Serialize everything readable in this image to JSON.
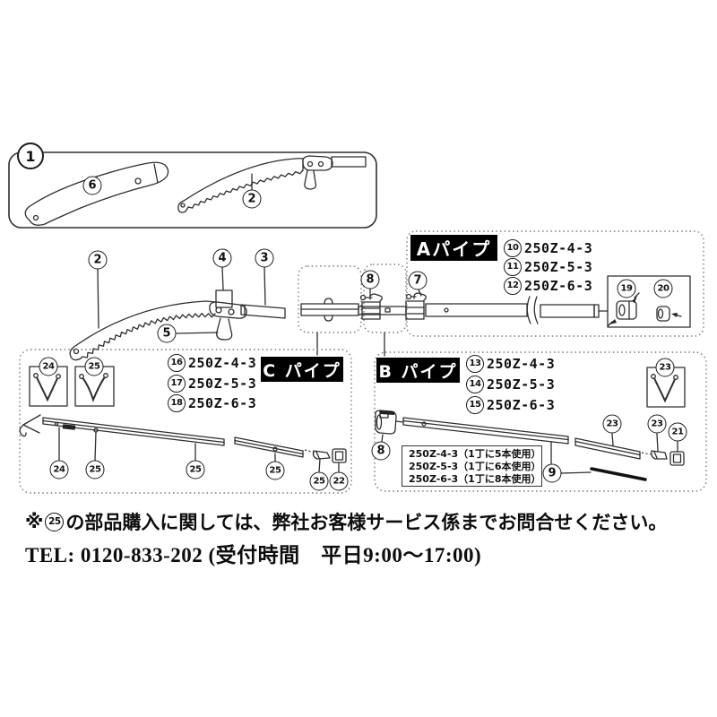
{
  "top_box": {
    "num": "1",
    "handle": "6",
    "blade": "2"
  },
  "saw": {
    "blade": "2",
    "screws": "4",
    "bar": "3",
    "tang": "5"
  },
  "mid": {
    "clamp8": "8",
    "clamp7": "7"
  },
  "pipe_a": {
    "label": "Aパイプ",
    "rows": [
      {
        "n": "10",
        "code": "250Z-4-3"
      },
      {
        "n": "11",
        "code": "250Z-5-3"
      },
      {
        "n": "12",
        "code": "250Z-6-3"
      }
    ],
    "cap19": "19",
    "cap20": "20"
  },
  "pipe_c": {
    "label": "C パイプ",
    "rows": [
      {
        "n": "16",
        "code": "250Z-4-3"
      },
      {
        "n": "17",
        "code": "250Z-5-3"
      },
      {
        "n": "18",
        "code": "250Z-6-3"
      }
    ],
    "clip24": "24",
    "clip25": "25",
    "lead": [
      "24",
      "25",
      "25",
      "25",
      "25",
      "22"
    ]
  },
  "pipe_b": {
    "label": "B パイプ",
    "rows": [
      {
        "n": "13",
        "code": "250Z-4-3"
      },
      {
        "n": "14",
        "code": "250Z-5-3"
      },
      {
        "n": "15",
        "code": "250Z-6-3"
      }
    ],
    "clip23": "23",
    "lead8": "8",
    "lead23a": "23",
    "lead23b": "23",
    "lead21": "21",
    "lead9": "9",
    "note_rows": [
      "250Z-4-3（1丁に5本使用）",
      "250Z-5-3（1丁に6本使用）",
      "250Z-6-3（1丁に8本使用）"
    ]
  },
  "footer": {
    "mark": "※",
    "circled": "25",
    "line1": "の部品購入に関しては、弊社お客様サービス係までお問合せください。",
    "line2": "TEL: 0120-833-202 (受付時間　平日9:00～17:00)"
  }
}
